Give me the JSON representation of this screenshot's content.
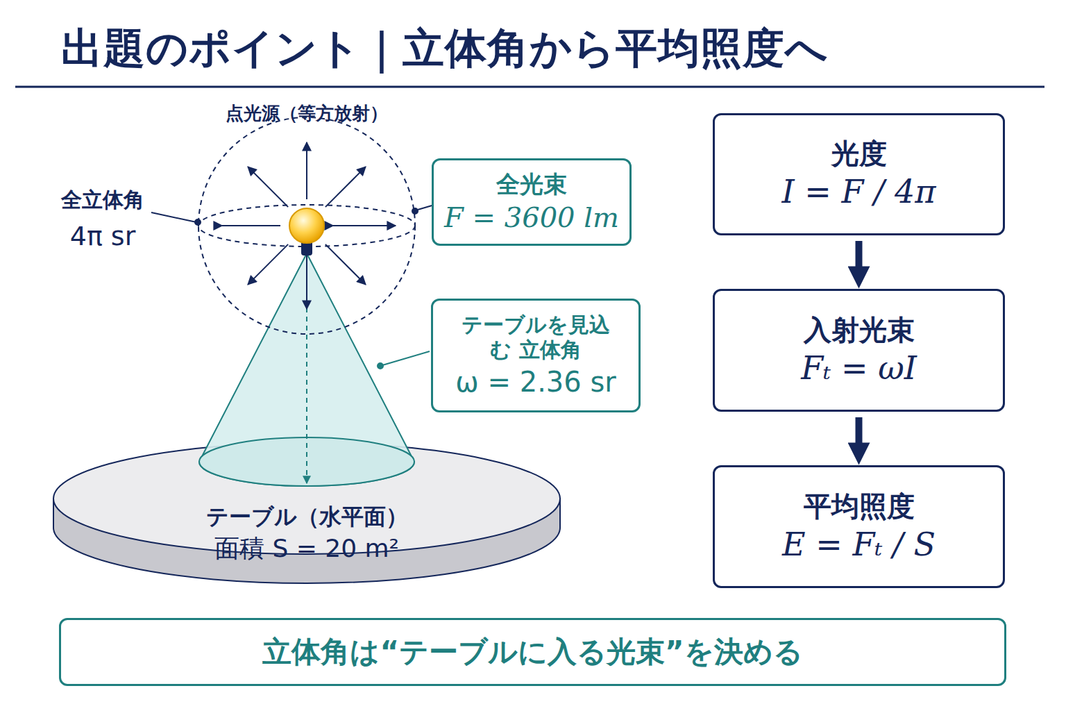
{
  "diagram": {
    "title": "出題のポイント｜立体角から平均照度へ",
    "nodes": [
      {
        "text": [
          "全光束",
          "F = 3600 lm"
        ]
      },
      {
        "text": [
          "テーブルを見込む 立体角",
          "ω = 2.36 sr"
        ]
      },
      {
        "text": [
          "テーブル（水平面）",
          "面積 S = 20 m²"
        ]
      },
      {
        "text": [
          "光度",
          "I = F / 4π"
        ]
      },
      {
        "text": [
          "入射光束",
          "Fₜ = ωI"
        ]
      },
      {
        "text": [
          "平均照度",
          "E = Fₜ / S"
        ]
      },
      {
        "text": [
          "立体角は“テーブルに入る光束”を決める"
        ]
      }
    ],
    "edges": [
      {
        "from": 3,
        "to": 4,
        "arrow": "to"
      },
      {
        "from": 4,
        "to": 5,
        "arrow": "to"
      }
    ],
    "labels": [
      "点光源（等方放射）",
      "全立体角",
      "4π sr"
    ]
  }
}
